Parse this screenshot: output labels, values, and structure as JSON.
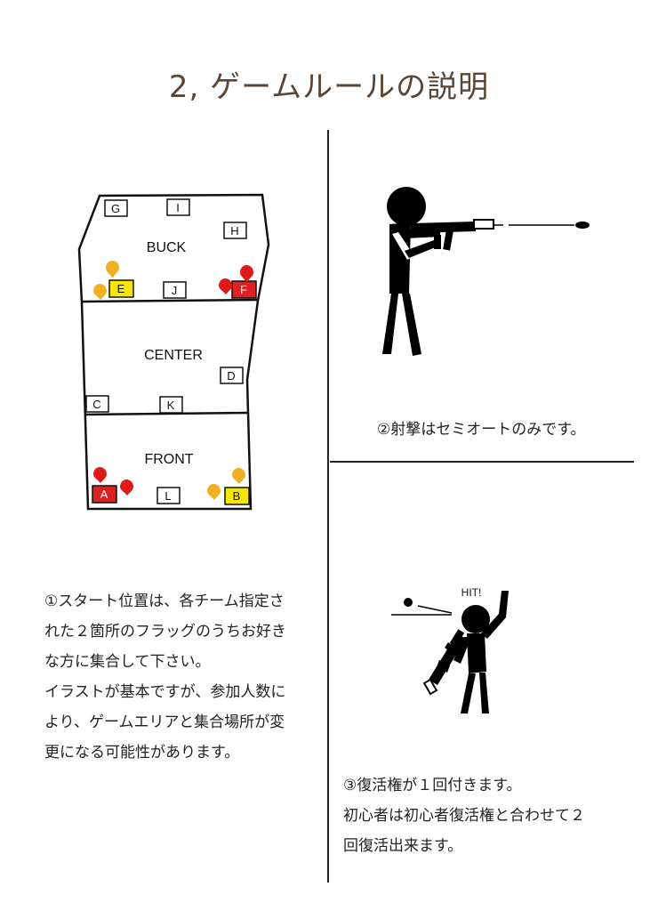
{
  "title": "2, ゲームルールの説明",
  "map": {
    "zones": {
      "buck": "BUCK",
      "center": "CENTER",
      "front": "FRONT"
    },
    "markers": {
      "G": "G",
      "I": "I",
      "H": "H",
      "E": "E",
      "J": "J",
      "F": "F",
      "D": "D",
      "C": "C",
      "K": "K",
      "A": "A",
      "L": "L",
      "B": "B"
    },
    "colors": {
      "red_team": "#e02020",
      "yellow_team": "#f7e600",
      "red_drop": "#e01818",
      "yellow_drop": "#f0b020"
    }
  },
  "rule1": {
    "lines": [
      "①スタート位置は、各チーム指定さ",
      "れた２箇所のフラッグのうちお好き",
      "な方に集合して下さい。",
      "イラストが基本ですが、参加人数に",
      "より、ゲームエリアと集合場所が変",
      "更になる可能性があります。"
    ]
  },
  "rule2": {
    "caption": "②射撃はセミオートのみです。"
  },
  "rule3": {
    "hit_label": "HIT!",
    "lines": [
      "③復活権が１回付きます。",
      "初心者は初心者復活権と合わせて２",
      "回復活出来ます。"
    ]
  }
}
